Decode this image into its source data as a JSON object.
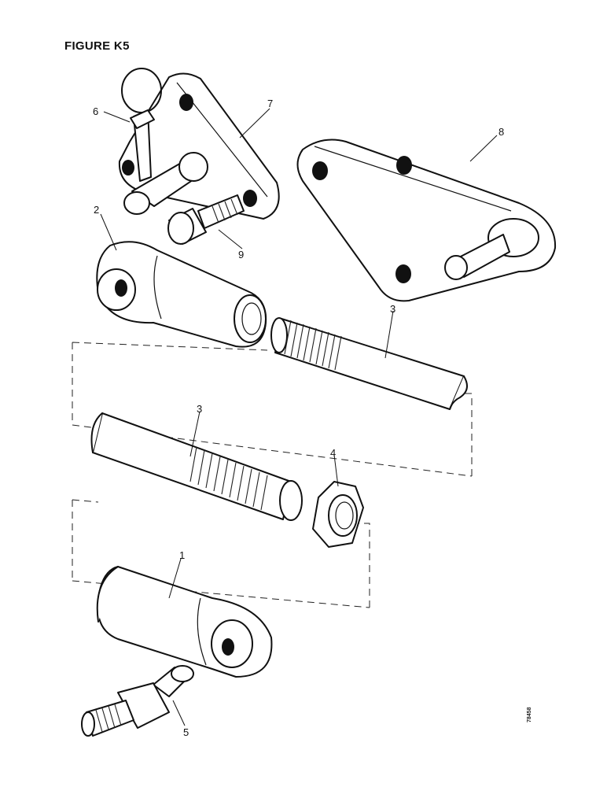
{
  "figure": {
    "title": "FIGURE K5",
    "ref_code": "78458"
  },
  "callouts": [
    "1",
    "2",
    "3",
    "3",
    "4",
    "5",
    "6",
    "7",
    "8",
    "9"
  ]
}
